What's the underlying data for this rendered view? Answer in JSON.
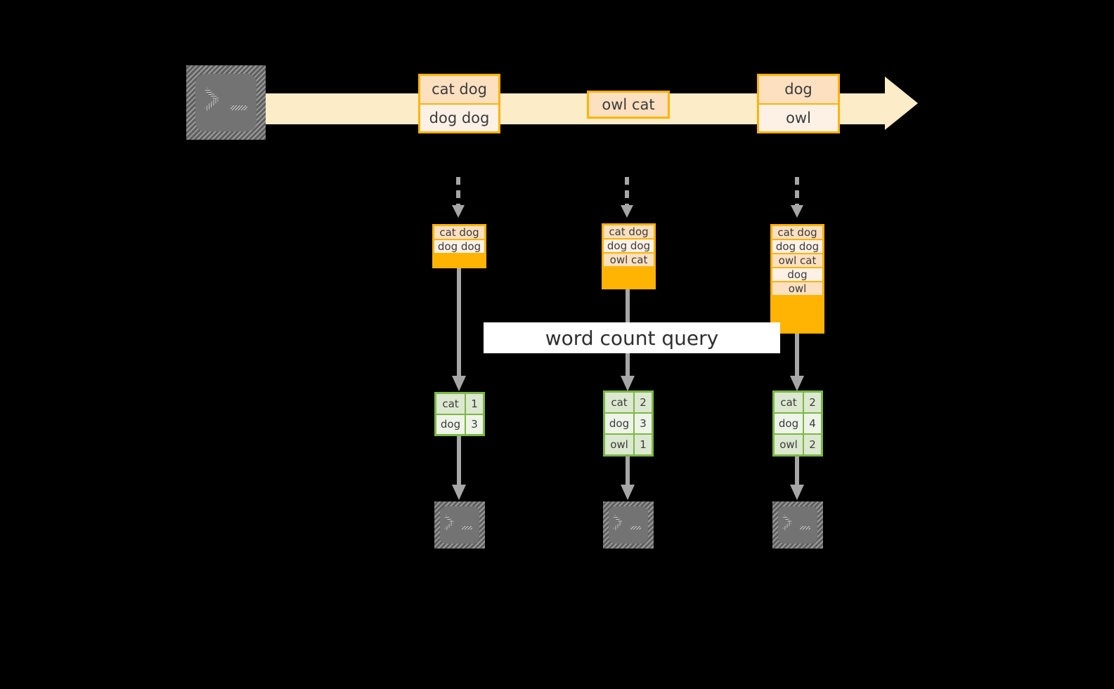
{
  "diagram": {
    "title_label": "word count query",
    "colors": {
      "background": "#000000",
      "stream_band": "#FCECC8",
      "record_border": "#FFB302",
      "record_fill_dark": "#FCE0C0",
      "record_fill_light": "#FDF1E6",
      "table_border": "#7BB845",
      "table_fill_dark": "#DCE8CF",
      "table_fill_light": "#EFF4E9",
      "connector": "#A6A6A6",
      "terminal_body": "#737373",
      "label_background": "#FFFFFF"
    }
  },
  "source": {
    "icon_name": "terminal-icon",
    "prompt_glyph": ">_"
  },
  "stream": {
    "arrow_name": "event-stream-arrow",
    "events": [
      {
        "id": "event-1",
        "lines": [
          {
            "text": "cat dog",
            "shade": "dark"
          },
          {
            "text": "dog dog",
            "shade": "light"
          }
        ]
      },
      {
        "id": "event-2",
        "lines": [
          {
            "text": "owl cat",
            "shade": "dark"
          }
        ]
      },
      {
        "id": "event-3",
        "lines": [
          {
            "text": "dog",
            "shade": "dark"
          },
          {
            "text": "owl",
            "shade": "light"
          }
        ]
      }
    ]
  },
  "snapshots": [
    {
      "id": "snapshot-1",
      "rows": [
        {
          "text": "cat dog",
          "shade": "dark"
        },
        {
          "text": "dog dog",
          "shade": "light"
        }
      ]
    },
    {
      "id": "snapshot-2",
      "rows": [
        {
          "text": "cat dog",
          "shade": "dark"
        },
        {
          "text": "dog dog",
          "shade": "light"
        },
        {
          "text": "owl cat",
          "shade": "dark"
        }
      ]
    },
    {
      "id": "snapshot-3",
      "rows": [
        {
          "text": "cat dog",
          "shade": "dark"
        },
        {
          "text": "dog dog",
          "shade": "light"
        },
        {
          "text": "owl cat",
          "shade": "dark"
        },
        {
          "text": "dog",
          "shade": "light"
        },
        {
          "text": "owl",
          "shade": "dark"
        }
      ]
    }
  ],
  "results": [
    {
      "id": "result-1",
      "rows": [
        {
          "word": "cat",
          "count": "1",
          "shade": "dark"
        },
        {
          "word": "dog",
          "count": "3",
          "shade": "light"
        }
      ]
    },
    {
      "id": "result-2",
      "rows": [
        {
          "word": "cat",
          "count": "2",
          "shade": "dark"
        },
        {
          "word": "dog",
          "count": "3",
          "shade": "light"
        },
        {
          "word": "owl",
          "count": "1",
          "shade": "dark"
        }
      ]
    },
    {
      "id": "result-3",
      "rows": [
        {
          "word": "cat",
          "count": "2",
          "shade": "dark"
        },
        {
          "word": "dog",
          "count": "4",
          "shade": "light"
        },
        {
          "word": "owl",
          "count": "2",
          "shade": "dark"
        }
      ]
    }
  ],
  "sinks": [
    {
      "id": "sink-1",
      "icon_name": "terminal-icon",
      "prompt_glyph": ">_"
    },
    {
      "id": "sink-2",
      "icon_name": "terminal-icon",
      "prompt_glyph": ">_"
    },
    {
      "id": "sink-3",
      "icon_name": "terminal-icon",
      "prompt_glyph": ">_"
    }
  ]
}
